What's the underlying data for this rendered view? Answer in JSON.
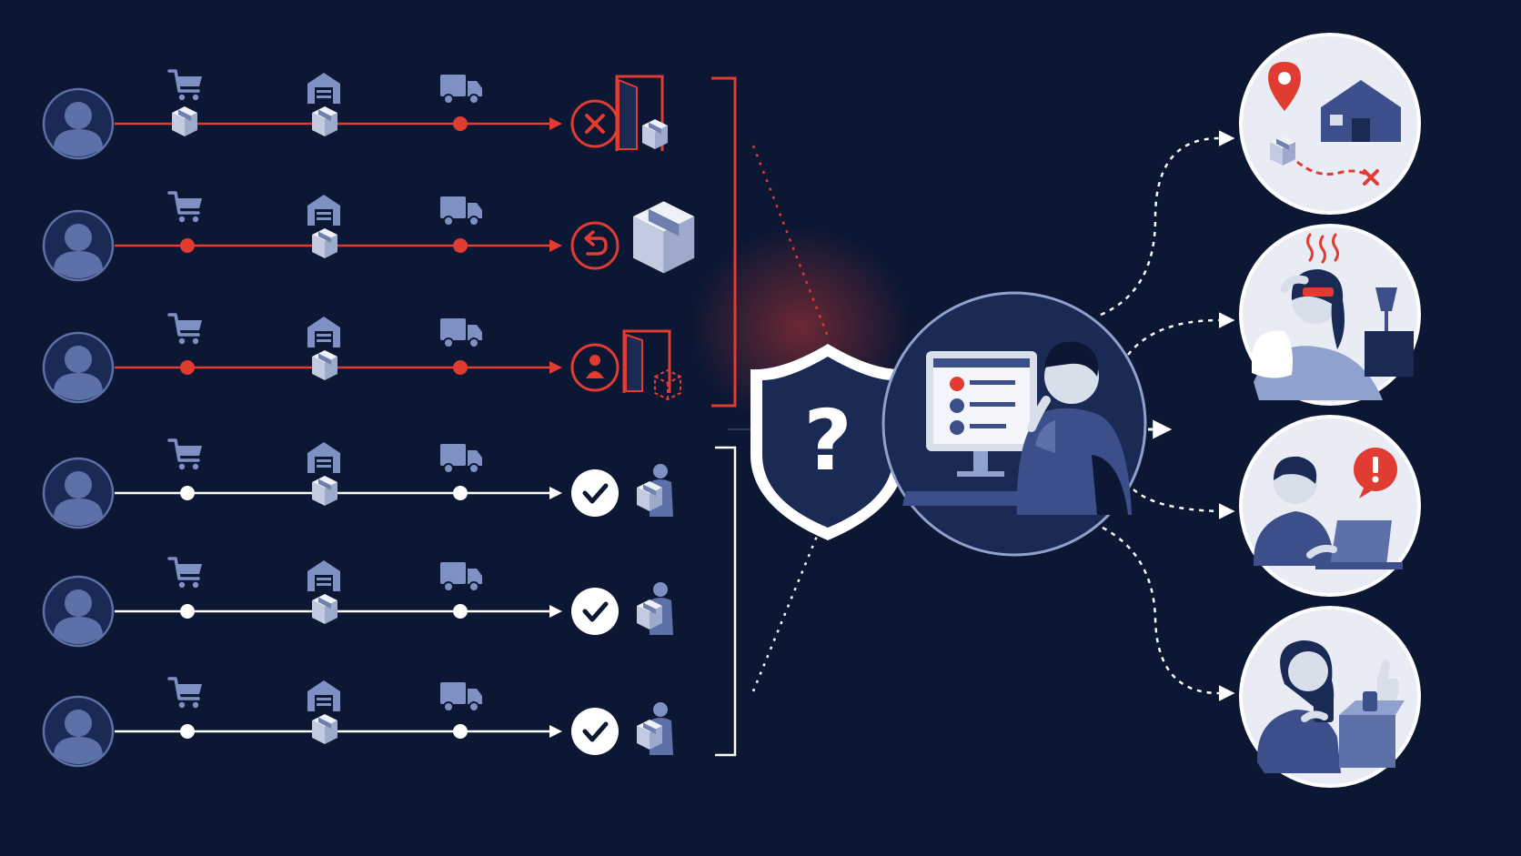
{
  "colors": {
    "background": "#0c1734",
    "panel": "#1b2a55",
    "icon_fill": "#3d4f8a",
    "icon_light": "#d9deeb",
    "alert_red": "#e03c31",
    "ok_white": "#ffffff",
    "outline": "#8fa1cc"
  },
  "rows": [
    {
      "status": "failed",
      "outcome_icon": "x-mark-icon",
      "endpoint_icon": "open-door-icon"
    },
    {
      "status": "failed",
      "outcome_icon": "return-arrow-icon",
      "endpoint_icon": "large-box-icon"
    },
    {
      "status": "failed",
      "outcome_icon": "theft-icon",
      "endpoint_icon": "missing-package-icon"
    },
    {
      "status": "delivered",
      "outcome_icon": "checkmark-icon",
      "endpoint_icon": "courier-icon"
    },
    {
      "status": "delivered",
      "outcome_icon": "checkmark-icon",
      "endpoint_icon": "courier-icon"
    },
    {
      "status": "delivered",
      "outcome_icon": "checkmark-icon",
      "endpoint_icon": "courier-icon"
    }
  ],
  "stages": [
    "cart-icon",
    "warehouse-icon",
    "truck-icon"
  ],
  "hub": {
    "shield_label": "?",
    "agent_icon": "analyst-at-computer-icon"
  },
  "scenarios": [
    {
      "icon": "wrong-address-icon"
    },
    {
      "icon": "sick-customer-icon"
    },
    {
      "icon": "complaint-icon"
    },
    {
      "icon": "satisfied-customer-icon"
    }
  ]
}
